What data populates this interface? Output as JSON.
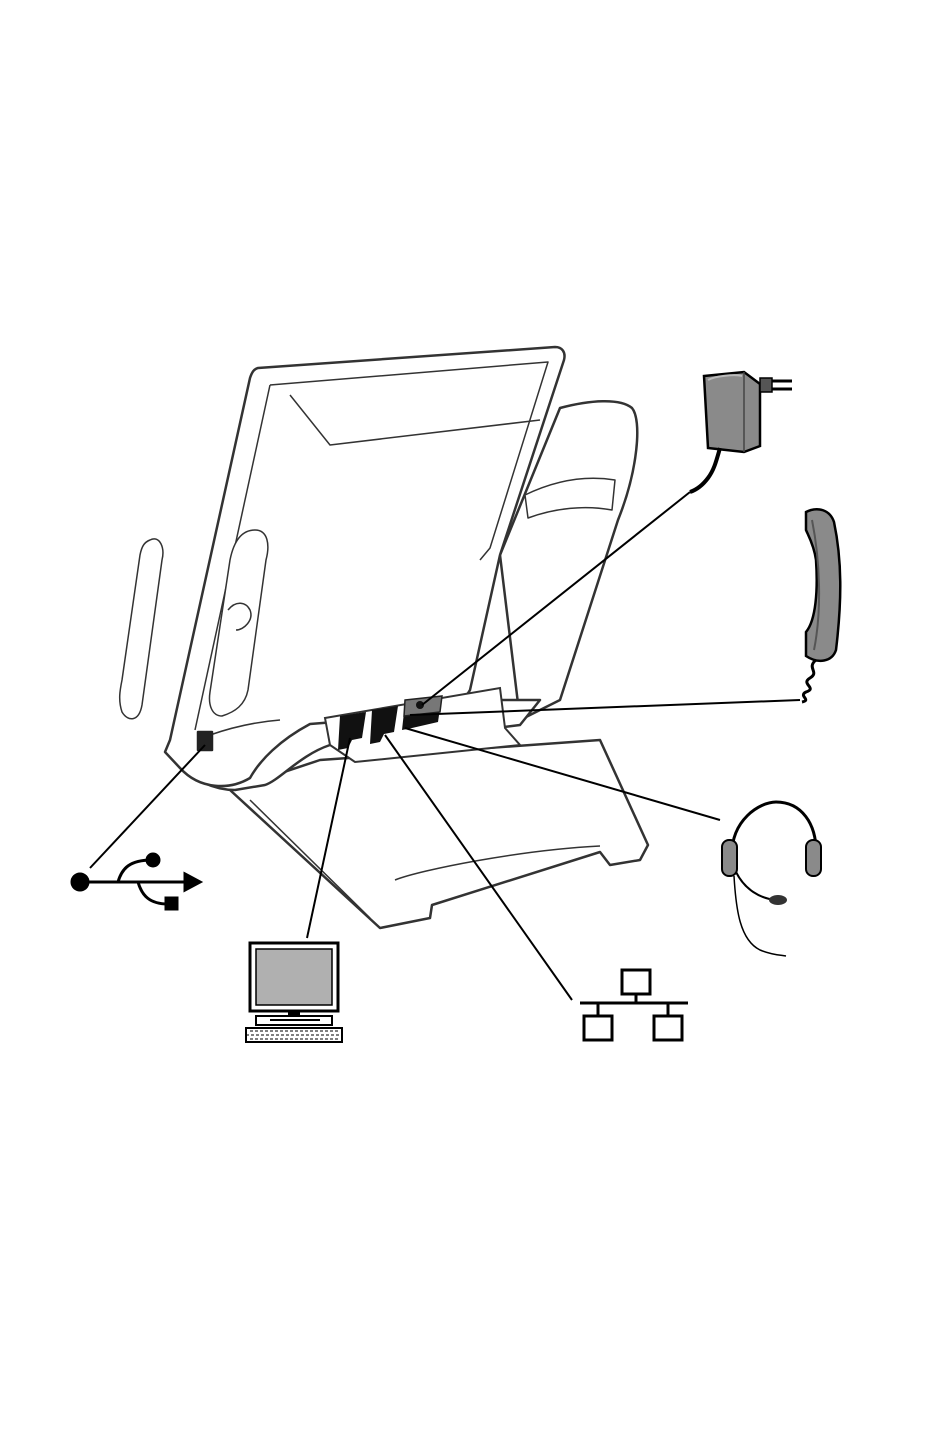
{
  "diagram": {
    "subject": "desk-phone-rear-connections",
    "colors": {
      "line": "#000000",
      "body_fill": "#ffffff",
      "body_stroke": "#333333",
      "device_gray": "#8a8a8a",
      "device_dark": "#555555",
      "screen_gray": "#b0b0b0"
    },
    "connectors": [
      {
        "id": "usb",
        "icon": "usb-icon"
      },
      {
        "id": "pc",
        "icon": "computer-icon"
      },
      {
        "id": "lan",
        "icon": "network-icon"
      },
      {
        "id": "headset",
        "icon": "headset-icon"
      },
      {
        "id": "handset",
        "icon": "handset-icon"
      },
      {
        "id": "power",
        "icon": "power-adapter-icon"
      }
    ]
  }
}
